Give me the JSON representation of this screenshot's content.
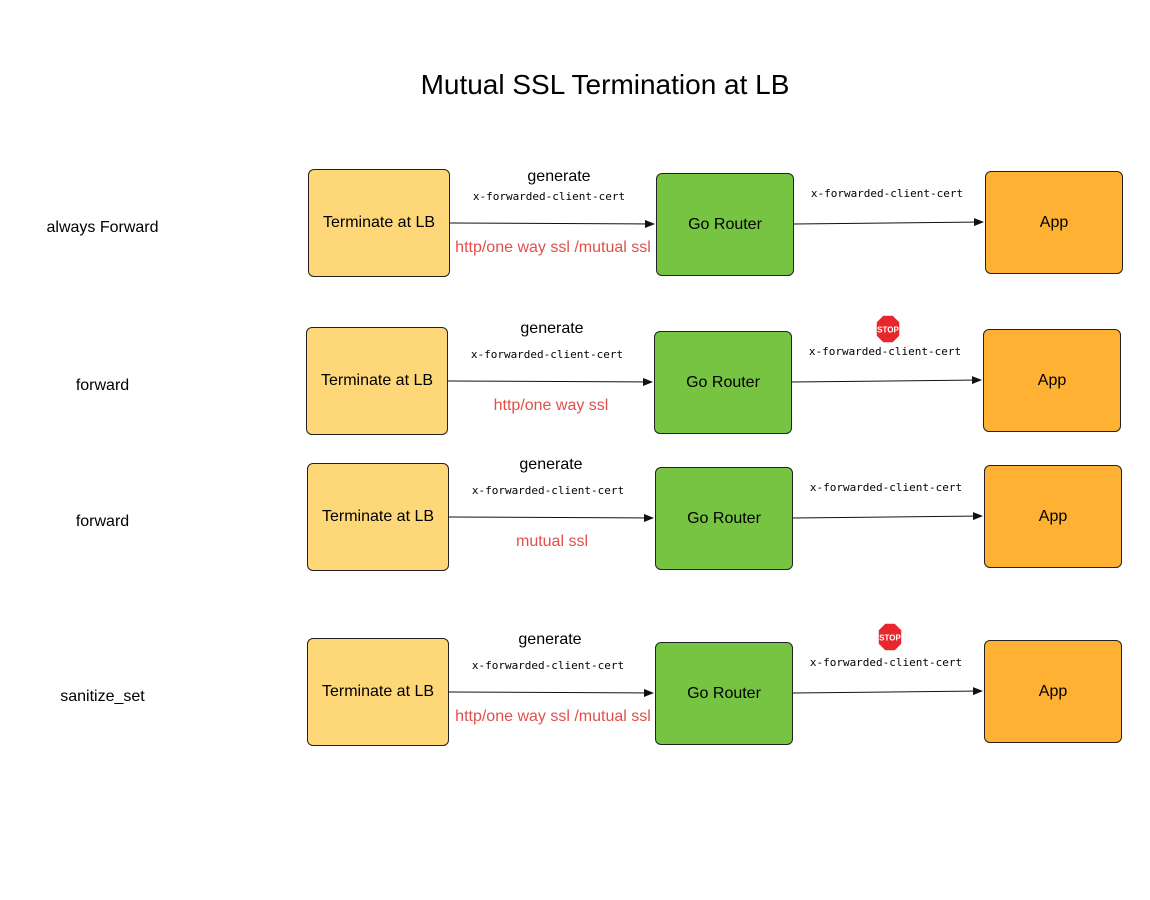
{
  "title": "Mutual SSL Termination at LB",
  "colors": {
    "lb_box": "#fdd778",
    "router_box": "#77c443",
    "app_box": "#feb132",
    "mode_text": "#e0504b",
    "stop_sign": "#e8262d"
  },
  "rows": [
    {
      "label": "always Forward",
      "lb_label": "Terminate at LB",
      "generate_label": "generate",
      "header_left": "x-forwarded-client-cert",
      "mode_label": "http/one way ssl /mutual ssl",
      "router_label": "Go Router",
      "header_right": "x-forwarded-client-cert",
      "app_label": "App",
      "stop": false
    },
    {
      "label": "forward",
      "lb_label": "Terminate at LB",
      "generate_label": "generate",
      "header_left": "x-forwarded-client-cert",
      "mode_label": "http/one way ssl",
      "router_label": "Go Router",
      "header_right": "x-forwarded-client-cert",
      "app_label": "App",
      "stop": true,
      "stop_label": "STOP"
    },
    {
      "label": "forward",
      "lb_label": "Terminate at LB",
      "generate_label": "generate",
      "header_left": "x-forwarded-client-cert",
      "mode_label": "mutual ssl",
      "router_label": "Go Router",
      "header_right": "x-forwarded-client-cert",
      "app_label": "App",
      "stop": false
    },
    {
      "label": "sanitize_set",
      "lb_label": "Terminate at LB",
      "generate_label": "generate",
      "header_left": "x-forwarded-client-cert",
      "mode_label": "http/one way ssl /mutual ssl",
      "router_label": "Go Router",
      "header_right": "x-forwarded-client-cert",
      "app_label": "App",
      "stop": true,
      "stop_label": "STOP"
    }
  ]
}
